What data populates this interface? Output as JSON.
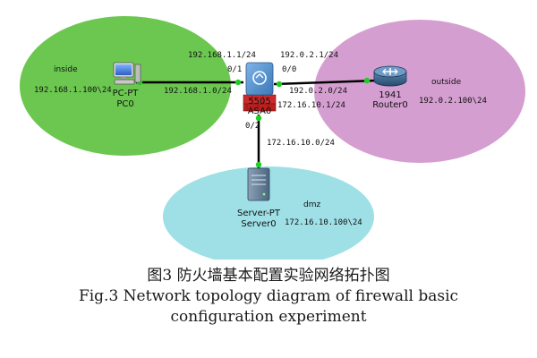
{
  "zones": {
    "inside": {
      "label": "inside",
      "color": "#6cc750"
    },
    "outside": {
      "label": "outside",
      "color": "#d59ed0"
    },
    "dmz": {
      "label": "dmz",
      "color": "#9ee0e6"
    }
  },
  "devices": {
    "pc": {
      "type": "PC-PT",
      "name": "PC0",
      "ip": "192.168.1.100\\24"
    },
    "asa": {
      "model": "5505",
      "name": "ASA0"
    },
    "router": {
      "model": "1941",
      "name": "Router0",
      "ip": "192.0.2.100\\24"
    },
    "server": {
      "type": "Server-PT",
      "name": "Server0",
      "ip": "172.16.10.100\\24"
    }
  },
  "links": {
    "inside": {
      "gateway_ip": "192.168.1.1/24",
      "interface": "0/1",
      "network": "192.168.1.0/24"
    },
    "outside": {
      "gateway_ip": "192.0.2.1/24",
      "interface": "0/0",
      "network": "192.0.2.0/24"
    },
    "dmz": {
      "gateway_ip": "172.16.10.1/24",
      "interface": "0/2",
      "network": "172.16.10.0/24"
    }
  },
  "colors": {
    "link_line": "#000000",
    "port_up": "#22cc22",
    "firewall_red": "#cc2a2a"
  },
  "caption": {
    "chinese": "图3 防火墙基本配置实验网络拓扑图",
    "english_line1": "Fig.3 Network topology diagram of firewall basic",
    "english_line2": "configuration experiment"
  }
}
